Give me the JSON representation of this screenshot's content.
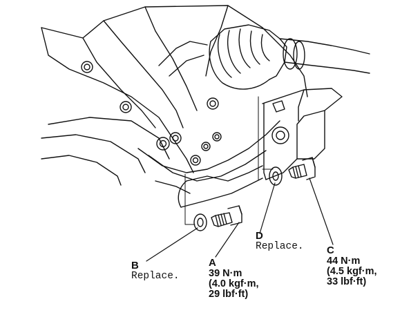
{
  "callouts": {
    "a": {
      "letter": "A",
      "torque": "39 N·m",
      "torque_alt_1": "(4.0 kgf·m,",
      "torque_alt_2": "29 lbf·ft)"
    },
    "b": {
      "letter": "B",
      "note": "Replace."
    },
    "c": {
      "letter": "C",
      "torque": "44 N·m",
      "torque_alt_1": "(4.5 kgf·m,",
      "torque_alt_2": "33 lbf·ft)"
    },
    "d": {
      "letter": "D",
      "note": "Replace."
    }
  },
  "colors": {
    "ink": "#111111",
    "paper": "#ffffff"
  }
}
